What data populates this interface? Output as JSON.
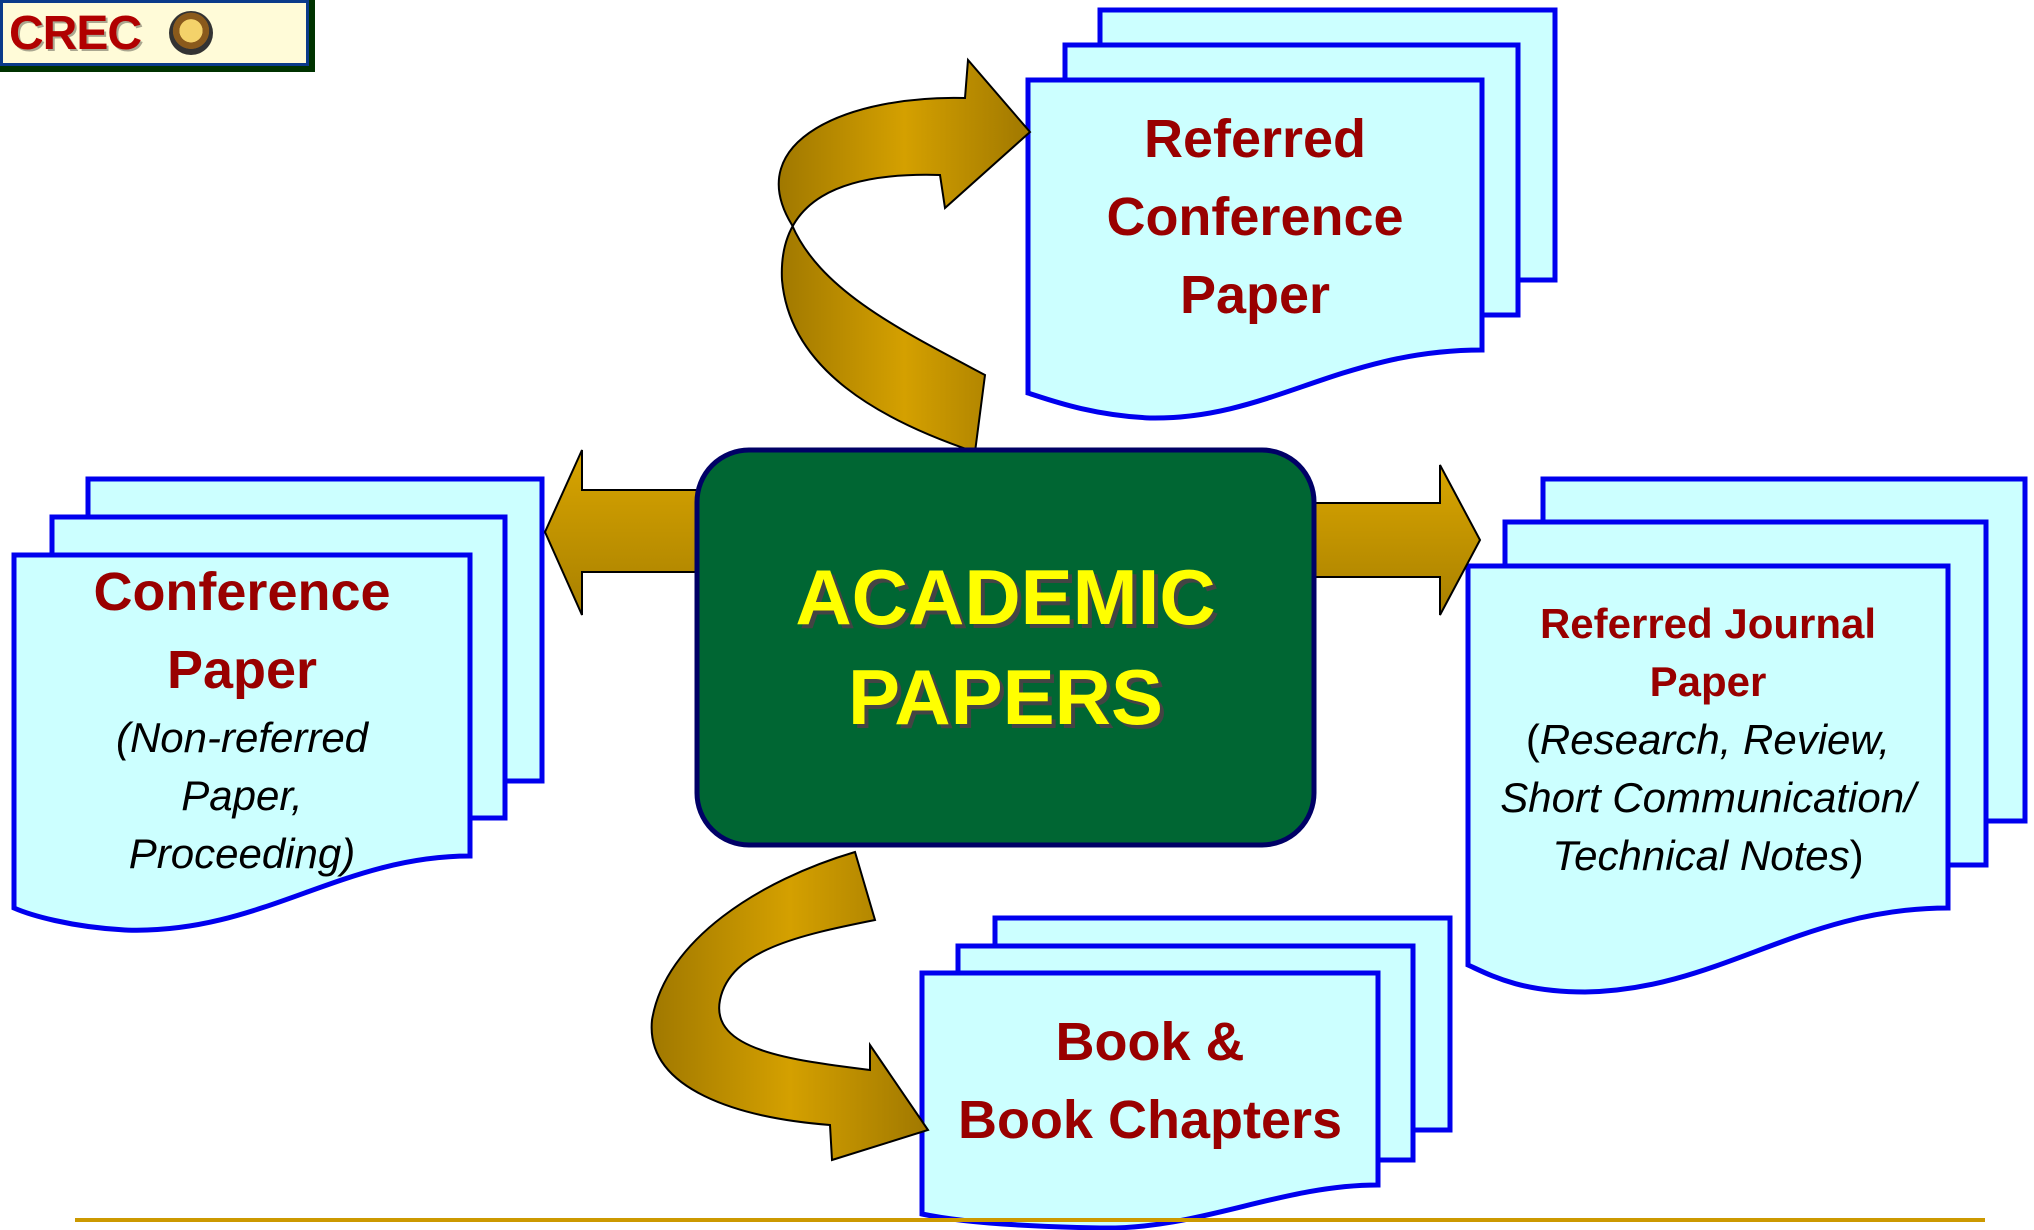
{
  "logo": {
    "text": "CREC",
    "seal_icon": "university-seal-icon"
  },
  "center": {
    "line1": "ACADEMIC",
    "line2": "PAPERS"
  },
  "nodes": {
    "referred_conference": {
      "line1": "Referred",
      "line2": "Conference",
      "line3": "Paper"
    },
    "conference": {
      "line1": "Conference",
      "line2": "Paper",
      "sub1": "(Non-referred",
      "sub2": "Paper,",
      "sub3": "Proceeding)"
    },
    "referred_journal": {
      "line1": "Referred Journal",
      "line2": "Paper",
      "sub1_open": "(",
      "sub1": "Research, Review,",
      "sub2": "Short Communication/",
      "sub3": "Technical Notes",
      "sub3_close": ")"
    },
    "book": {
      "line1": "Book &",
      "line2": "Book Chapters"
    }
  },
  "colors": {
    "center_fill": "#006633",
    "center_text": "#ffff00",
    "paper_fill": "#ccffff",
    "paper_stroke": "#0000ee",
    "arrow_fill": "#cc9900",
    "label_color": "#990000",
    "footer_line": "#cc9900"
  }
}
